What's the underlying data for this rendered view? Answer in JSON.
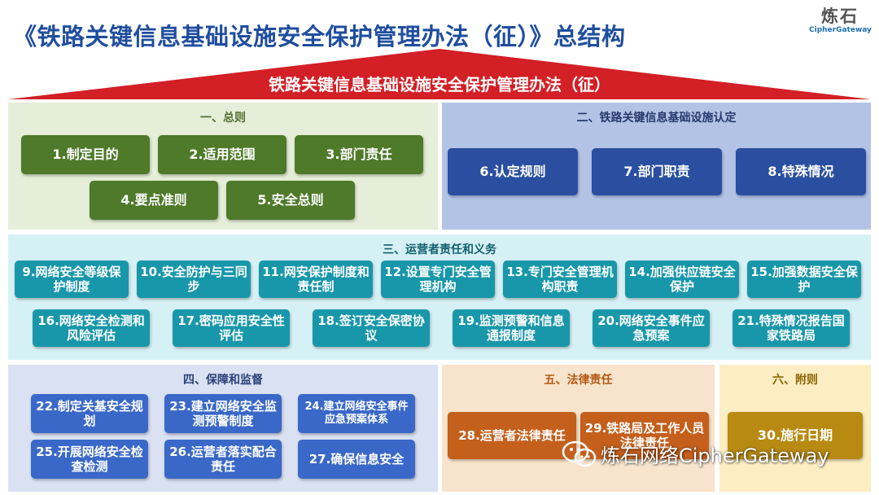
{
  "title": "《铁路关键信息基础设施安全保护管理办法（征）》总结构",
  "logo": {
    "cn": "炼石",
    "en": "CipherGateway"
  },
  "roof": {
    "label": "铁路关键信息基础设施安全保护管理办法（征）"
  },
  "sections": {
    "general": {
      "title": "一、总则",
      "items": [
        "1.制定目的",
        "2.适用范围",
        "3.部门责任",
        "4.要点准则",
        "5.安全总则"
      ]
    },
    "identification": {
      "title": "二、铁路关键信息基础设施认定",
      "items": [
        "6.认定规则",
        "7.部门职责",
        "8.特殊情况"
      ]
    },
    "operator": {
      "title": "三、运营者责任和义务",
      "items": [
        "9.网络安全等级保护制度",
        "10.安全防护与三同步",
        "11.网安保护制度和责任制",
        "12.设置专门安全管理机构",
        "13.专门安全管理机构职责",
        "14.加强供应链安全保护",
        "15.加强数据安全保护",
        "16.网络安全检测和风险评估",
        "17.密码应用安全性评估",
        "18.签订安全保密协议",
        "19.监测预警和信息通报制度",
        "20.网络安全事件应急预案",
        "21.特殊情况报告国家铁路局"
      ]
    },
    "supervision": {
      "title": "四、保障和监督",
      "items": [
        "22.制定关基安全规划",
        "23.建立网络安全监测预警制度",
        "24.建立网络安全事件应急预案体系",
        "25.开展网络安全检查检测",
        "26.运营者落实配合责任",
        "27.确保信息安全"
      ]
    },
    "legal": {
      "title": "五、法律责任",
      "items": [
        "28.运营者法律责任",
        "29.铁路局及工作人员法律责任"
      ]
    },
    "appendix": {
      "title": "六、附则",
      "items": [
        "30.施行日期"
      ]
    }
  },
  "watermark": "炼石网络CipherGateway",
  "colors": {
    "title": "#1f4e9e",
    "roof": "#d31f26",
    "green": "#4e7a2a",
    "blue": "#2a4fa0",
    "teal": "#1897aa",
    "navy": "#3a68c8",
    "orange": "#c45f1c",
    "gold": "#b88a12"
  }
}
